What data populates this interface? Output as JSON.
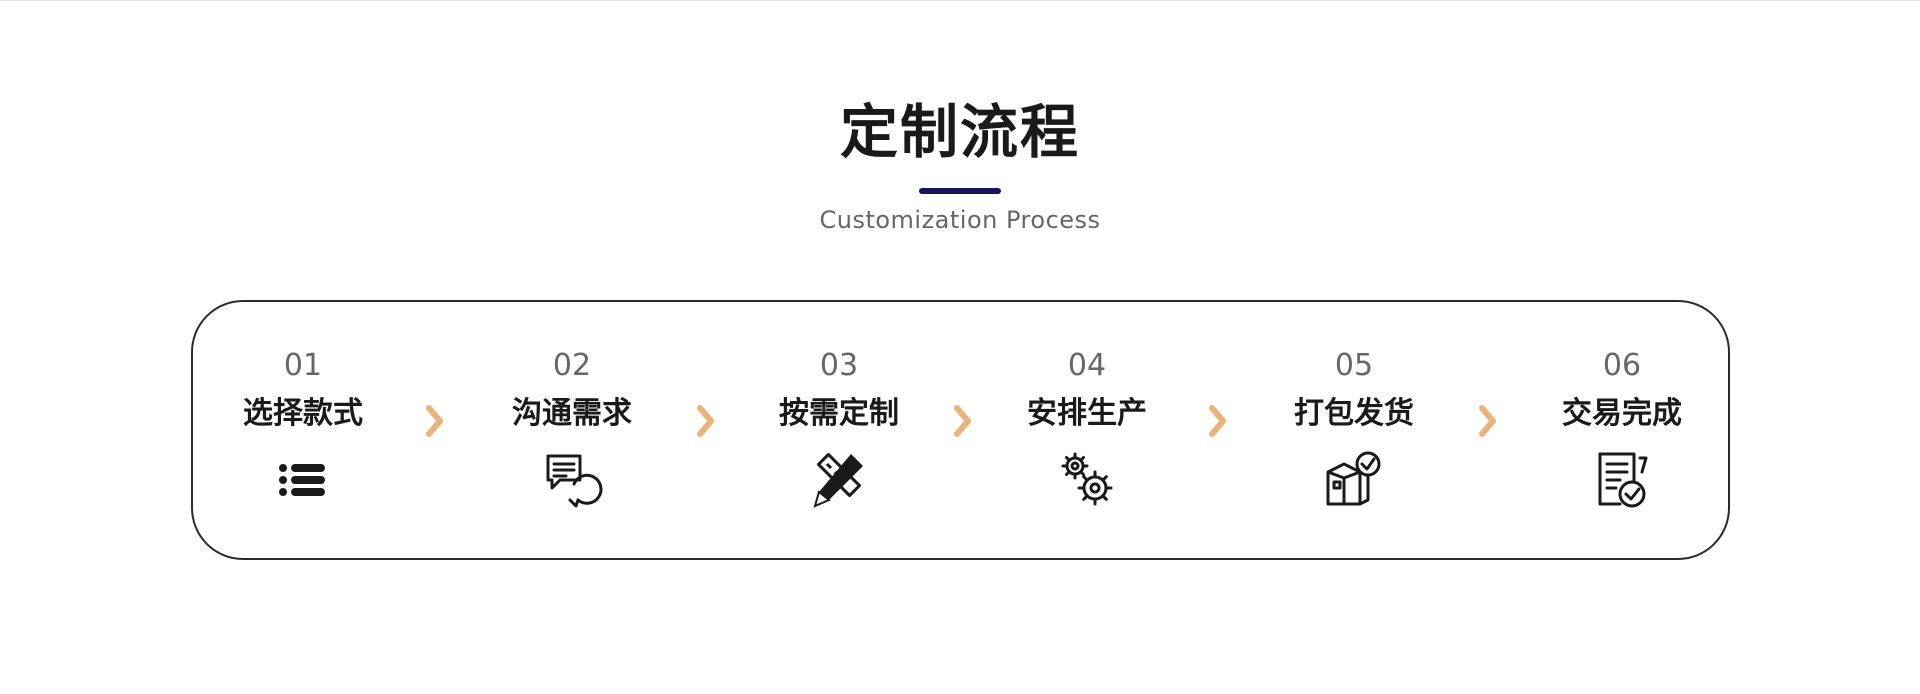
{
  "title": "定制流程",
  "subtitle": "Customization Process",
  "accent_color": "#16135c",
  "arrow_color": "#e8b47c",
  "steps": [
    {
      "number": "01",
      "label": "选择款式",
      "icon": "list-icon"
    },
    {
      "number": "02",
      "label": "沟通需求",
      "icon": "chat-bubbles-icon"
    },
    {
      "number": "03",
      "label": "按需定制",
      "icon": "pencil-ruler-icon"
    },
    {
      "number": "04",
      "label": "安排生产",
      "icon": "gears-icon"
    },
    {
      "number": "05",
      "label": "打包发货",
      "icon": "package-check-icon"
    },
    {
      "number": "06",
      "label": "交易完成",
      "icon": "document-check-icon"
    }
  ]
}
